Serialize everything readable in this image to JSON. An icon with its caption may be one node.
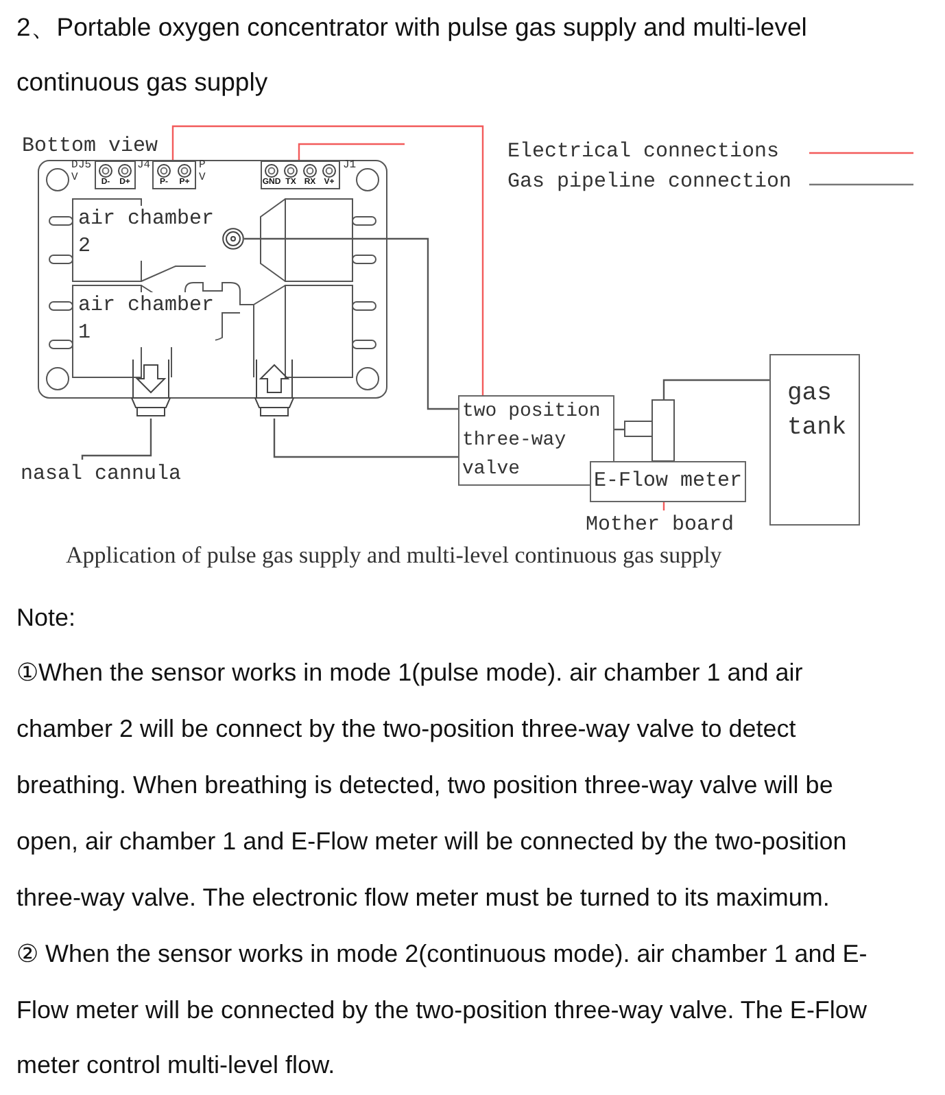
{
  "diagram": {
    "title": "2、Portable oxygen concentrator with pulse gas supply and multi-level continuous gas supply",
    "caption": "Application of pulse gas supply and multi-level continuous gas supply",
    "nodes": [
      {
        "text": [
          "Bottom view"
        ]
      },
      {
        "text": [
          "D-",
          "D+"
        ],
        "in": 0,
        "beside": [
          "D",
          "J5",
          "V"
        ]
      },
      {
        "text": [
          "P-",
          "P+"
        ],
        "in": 0,
        "beside": [
          "J4",
          "P",
          "V"
        ]
      },
      {
        "text": [
          "GND",
          "TX",
          "RX",
          "V+"
        ],
        "in": 0,
        "beside": [
          "J1"
        ]
      },
      {
        "text": [
          "air chamber 2"
        ],
        "in": 0
      },
      {
        "text": [
          "air chamber 1"
        ],
        "in": 0
      },
      {
        "text": [],
        "shape": "picture",
        "in": 0
      },
      {
        "text": [],
        "shape": "picture",
        "in": 0
      },
      {
        "text": [
          "nasal cannula"
        ]
      },
      {
        "text": [
          "two position three-way valve"
        ]
      },
      {
        "text": [],
        "shape": "box"
      },
      {
        "text": [
          "E-Flow meter"
        ]
      },
      {
        "text": [
          "Mother board"
        ]
      },
      {
        "text": [
          "gas tank"
        ]
      },
      {
        "text": [],
        "shape": "circle",
        "in": 0
      }
    ],
    "edges": [
      {
        "from": 2,
        "to": 9,
        "arrow": "none",
        "color": "#f25a5a"
      },
      {
        "from": 3,
        "to": null,
        "arrow": "none",
        "color": "#f25a5a"
      },
      {
        "from": 14,
        "to": 9,
        "arrow": "none"
      },
      {
        "from": 8,
        "to": 6,
        "arrow": "none"
      },
      {
        "from": 7,
        "to": 9,
        "arrow": "none"
      },
      {
        "from": 9,
        "to": 10,
        "arrow": "none"
      },
      {
        "from": 10,
        "to": 13,
        "arrow": "none"
      },
      {
        "from": 11,
        "to": 12,
        "arrow": "none",
        "color": "#f25a5a"
      }
    ],
    "labels": [
      "Note:",
      "①When the sensor works in mode 1(pulse mode). air chamber 1 and air chamber 2 will be connect by the two-position three-way valve to detect breathing. When breathing is detected, two position three-way valve will be open, air chamber 1 and E-Flow meter will be connected by the two-position three-way valve. The electronic flow meter must be turned to its maximum.",
      "② When the sensor works in mode 2(continuous mode). air chamber 1 and E-Flow meter will be connected by the two-position three-way valve. The E-Flow meter control multi-level flow."
    ],
    "legend": [
      {
        "text": "Electrical connections"
      },
      {
        "text": "Gas pipeline connection"
      }
    ]
  }
}
